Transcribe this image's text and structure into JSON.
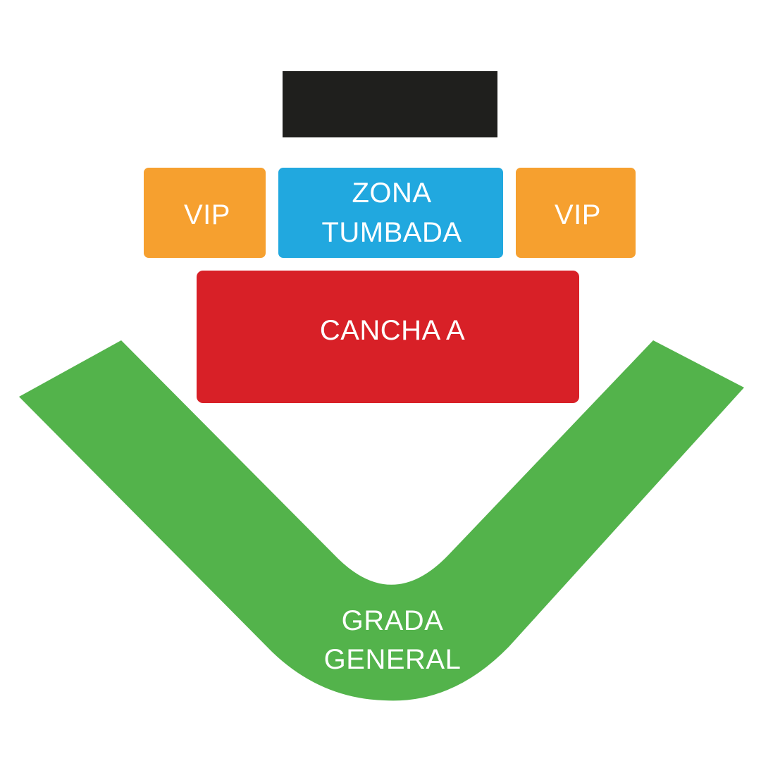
{
  "colors": {
    "stage": "#1f1f1d",
    "vip": "#f6a02f",
    "zona_tumbada": "#21a8df",
    "cancha_a": "#d82027",
    "grada_general": "#53b34b",
    "label": "#ffffff"
  },
  "zones": {
    "vip_left": {
      "label": "VIP"
    },
    "zona_tumbada": {
      "line1": "ZONA",
      "line2": "TUMBADA"
    },
    "vip_right": {
      "label": "VIP"
    },
    "cancha_a": {
      "label": "CANCHA A"
    },
    "grada_general": {
      "line1": "GRADA",
      "line2": "GENERAL"
    }
  }
}
